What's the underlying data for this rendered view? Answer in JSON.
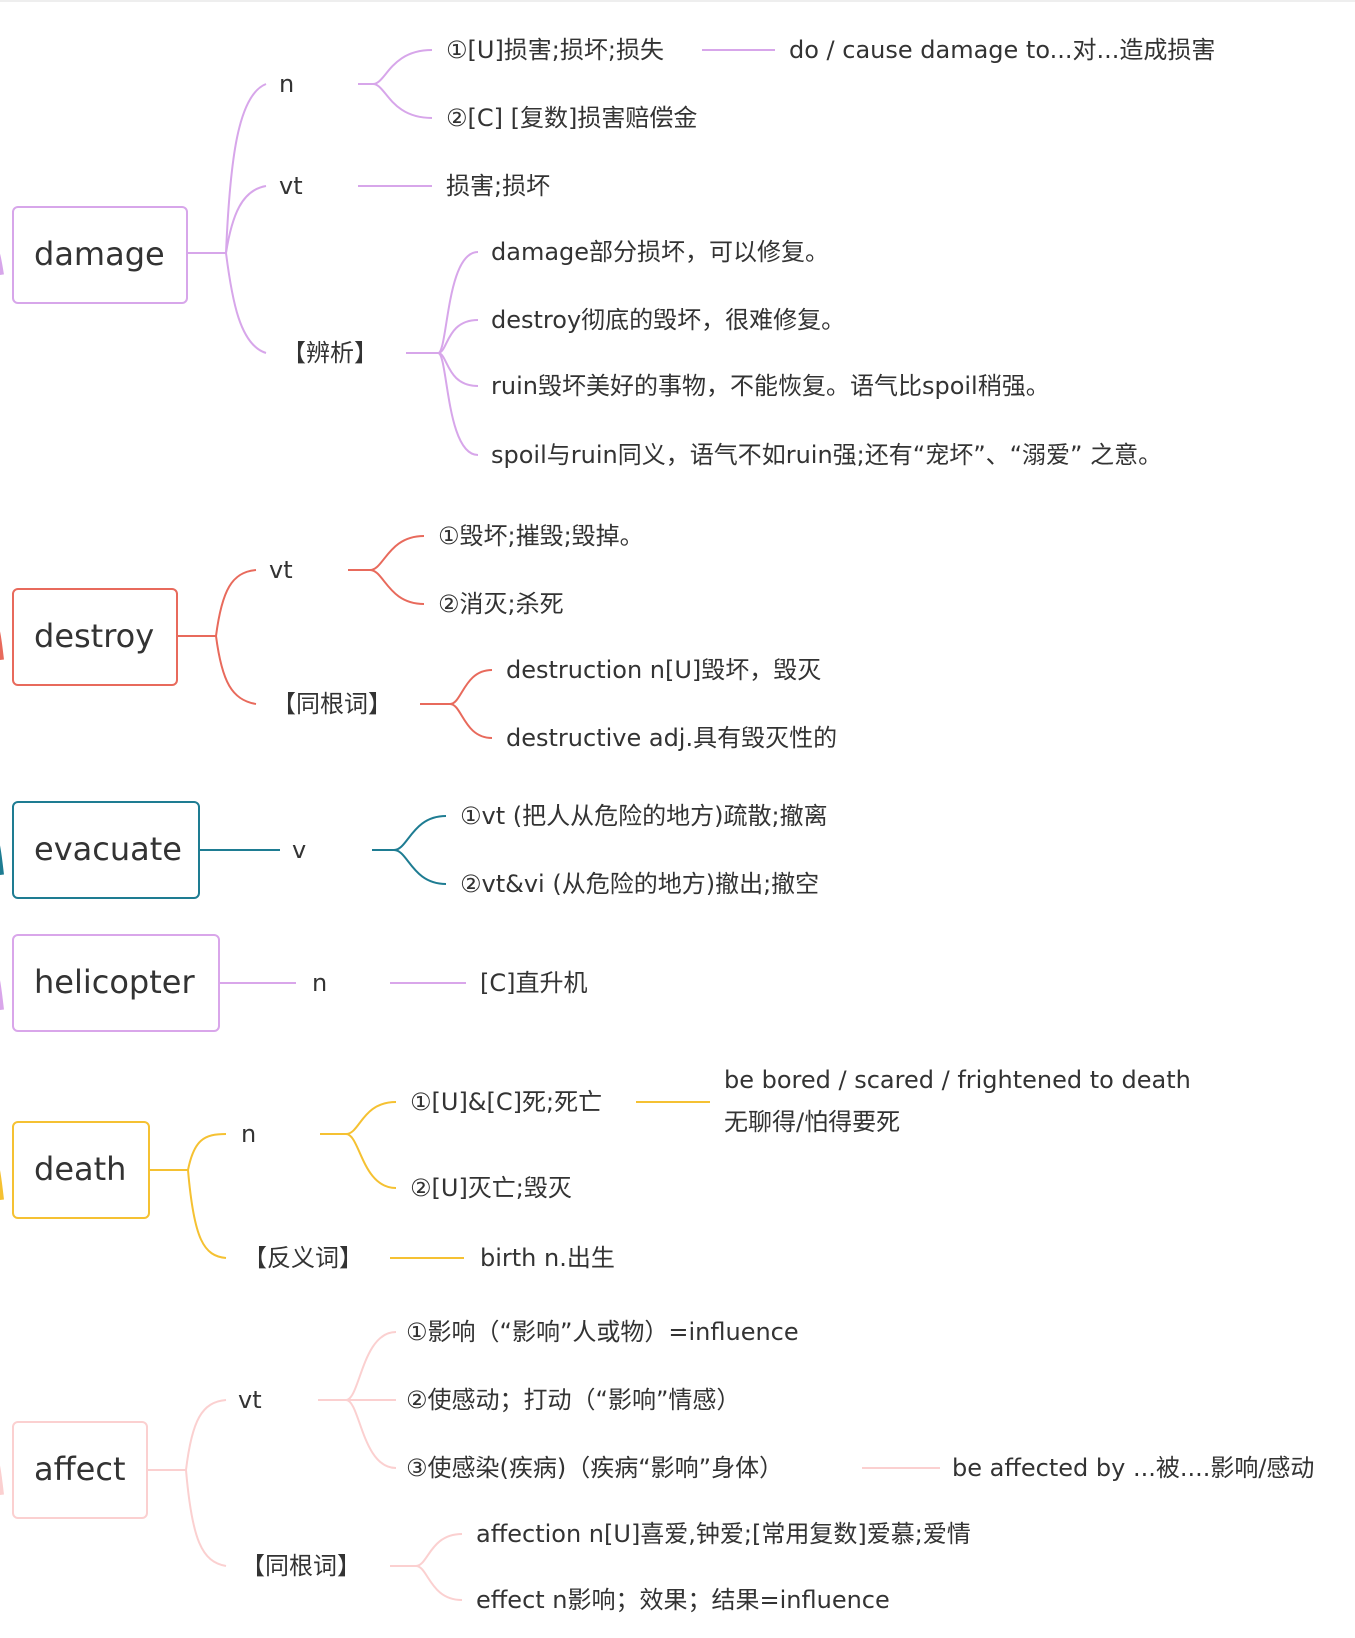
{
  "colors": {
    "damage": "#d7a6ea",
    "destroy": "#e86a5c",
    "evacuate": "#1e7c92",
    "helicopter": "#d9a6ea",
    "death": "#f5c132",
    "affect": "#fbd0d0"
  },
  "words": {
    "damage": {
      "title": "damage",
      "n": {
        "label": "n",
        "s1": "①[U]损害;损坏;损失",
        "s1_example": "do / cause damage to...对...造成损害",
        "s2": "②[C] [复数]损害赔偿金"
      },
      "vt": {
        "label": "vt",
        "s1": "损害;损坏"
      },
      "analysis": {
        "label": "【辨析】",
        "items": [
          "damage部分损坏，可以修复。",
          "destroy彻底的毁坏，很难修复。",
          "ruin毁坏美好的事物，不能恢复。语气比spoil稍强。",
          "spoil与ruin同义，语气不如ruin强;还有“宠坏”、“溺爱” 之意。"
        ]
      }
    },
    "destroy": {
      "title": "destroy",
      "vt": {
        "label": "vt",
        "s1": "①毁坏;摧毁;毁掉。",
        "s2": "②消灭;杀死"
      },
      "cognate": {
        "label": "【同根词】",
        "items": [
          "destruction n[U]毁坏，毁灭",
          "destructive adj.具有毁灭性的"
        ]
      }
    },
    "evacuate": {
      "title": "evacuate",
      "v": {
        "label": "v",
        "s1": "①vt (把人从危险的地方)疏散;撤离",
        "s2": "②vt&vi (从危险的地方)撤出;撤空"
      }
    },
    "helicopter": {
      "title": "helicopter",
      "n": {
        "label": "n",
        "s1": "[C]直升机"
      }
    },
    "death": {
      "title": "death",
      "n": {
        "label": "n",
        "s1": "①[U]&[C]死;死亡",
        "s1_example_1": "be bored / scared / frightened to death",
        "s1_example_2": "无聊得/怕得要死",
        "s2": "②[U]灭亡;毁灭"
      },
      "antonym": {
        "label": "【反义词】",
        "s1": "birth n.出生"
      }
    },
    "affect": {
      "title": "affect",
      "vt": {
        "label": "vt",
        "s1": "①影响（“影响”人或物）=influence",
        "s2": "②使感动；打动（“影响”情感）",
        "s3": "③使感染(疾病)（疾病“影响”身体）",
        "s3_example": "be affected by ...被....影响/感动"
      },
      "cognate": {
        "label": "【同根词】",
        "items": [
          "affection n[U]喜爱,钟爱;[常用复数]爱慕;爱情",
          "effect n影响；效果；结果=influence"
        ]
      }
    }
  }
}
